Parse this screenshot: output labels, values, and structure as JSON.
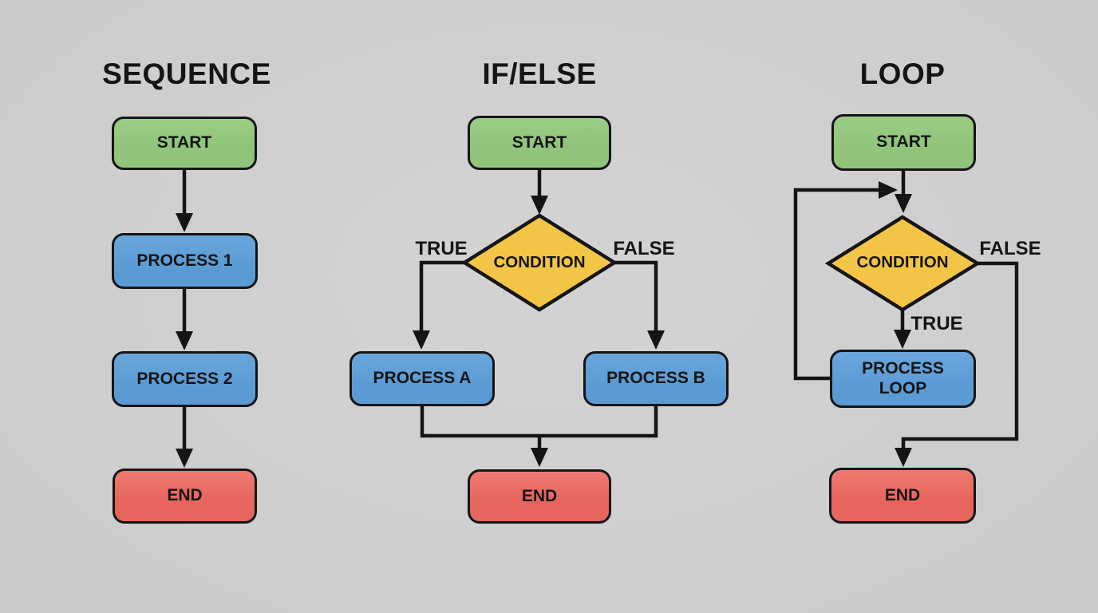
{
  "colors": {
    "bg": "#cfcfcf",
    "line": "#151515",
    "text": "#151515",
    "start-fill": "#8fc47a",
    "process-fill": "#5b9bd5",
    "end-fill": "#e6655d",
    "condition-fill": "#f3c546"
  },
  "diagrams": {
    "sequence": {
      "title": "SEQUENCE",
      "start": "START",
      "process1": "PROCESS 1",
      "process2": "PROCESS 2",
      "end": "END"
    },
    "ifelse": {
      "title": "IF/ELSE",
      "start": "START",
      "condition": "CONDITION",
      "true_label": "TRUE",
      "false_label": "FALSE",
      "process_a": "PROCESS A",
      "process_b": "PROCESS B",
      "end": "END"
    },
    "loop": {
      "title": "LOOP",
      "start": "START",
      "condition": "CONDITION",
      "true_label": "TRUE",
      "false_label": "FALSE",
      "process": "PROCESS\nLOOP",
      "end": "END"
    }
  }
}
